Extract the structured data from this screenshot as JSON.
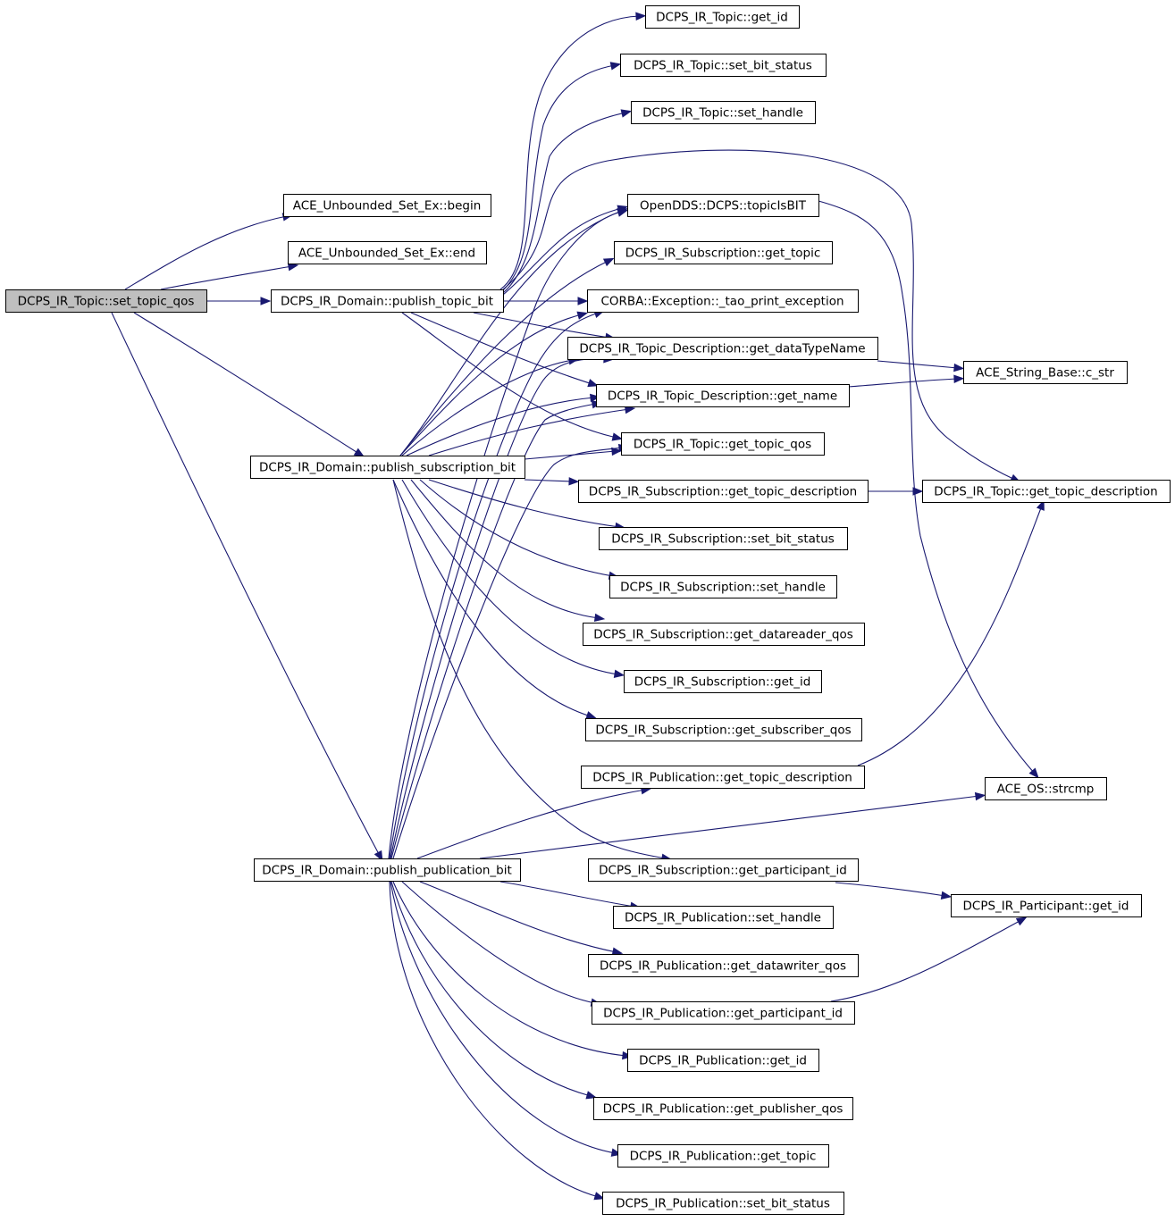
{
  "nodes": {
    "set_topic_qos": "DCPS_IR_Topic::set_topic_qos",
    "set_begin": "ACE_Unbounded_Set_Ex::begin",
    "set_end": "ACE_Unbounded_Set_Ex::end",
    "pub_topic_bit": "DCPS_IR_Domain::publish_topic_bit",
    "pub_sub_bit": "DCPS_IR_Domain::publish_subscription_bit",
    "pub_pub_bit": "DCPS_IR_Domain::publish_publication_bit",
    "topic_get_id": "DCPS_IR_Topic::get_id",
    "topic_set_bit_status": "DCPS_IR_Topic::set_bit_status",
    "topic_set_handle": "DCPS_IR_Topic::set_handle",
    "topic_is_bit": "OpenDDS::DCPS::topicIsBIT",
    "sub_get_topic": "DCPS_IR_Subscription::get_topic",
    "tao_print_exception": "CORBA::Exception::_tao_print_exception",
    "td_get_datatypename": "DCPS_IR_Topic_Description::get_dataTypeName",
    "td_get_name": "DCPS_IR_Topic_Description::get_name",
    "topic_get_topic_qos": "DCPS_IR_Topic::get_topic_qos",
    "sub_get_topic_description": "DCPS_IR_Subscription::get_topic_description",
    "sub_set_bit_status": "DCPS_IR_Subscription::set_bit_status",
    "sub_set_handle": "DCPS_IR_Subscription::set_handle",
    "sub_get_datareader_qos": "DCPS_IR_Subscription::get_datareader_qos",
    "sub_get_id": "DCPS_IR_Subscription::get_id",
    "sub_get_subscriber_qos": "DCPS_IR_Subscription::get_subscriber_qos",
    "pub_get_topic_description": "DCPS_IR_Publication::get_topic_description",
    "sub_get_participant_id": "DCPS_IR_Subscription::get_participant_id",
    "pub_set_handle": "DCPS_IR_Publication::set_handle",
    "pub_get_datawriter_qos": "DCPS_IR_Publication::get_datawriter_qos",
    "pub_get_participant_id": "DCPS_IR_Publication::get_participant_id",
    "pub_get_id": "DCPS_IR_Publication::get_id",
    "pub_get_publisher_qos": "DCPS_IR_Publication::get_publisher_qos",
    "pub_get_topic": "DCPS_IR_Publication::get_topic",
    "pub_set_bit_status": "DCPS_IR_Publication::set_bit_status",
    "string_c_str": "ACE_String_Base::c_str",
    "topic_get_topic_description": "DCPS_IR_Topic::get_topic_description",
    "os_strcmp": "ACE_OS::strcmp",
    "participant_get_id": "DCPS_IR_Participant::get_id"
  },
  "edges": [
    [
      "set_topic_qos",
      "set_begin"
    ],
    [
      "set_topic_qos",
      "set_end"
    ],
    [
      "set_topic_qos",
      "pub_topic_bit"
    ],
    [
      "set_topic_qos",
      "pub_sub_bit"
    ],
    [
      "set_topic_qos",
      "pub_pub_bit"
    ],
    [
      "pub_topic_bit",
      "topic_get_id"
    ],
    [
      "pub_topic_bit",
      "topic_set_bit_status"
    ],
    [
      "pub_topic_bit",
      "topic_set_handle"
    ],
    [
      "pub_topic_bit",
      "topic_get_topic_description"
    ],
    [
      "pub_topic_bit",
      "topic_is_bit"
    ],
    [
      "pub_topic_bit",
      "tao_print_exception"
    ],
    [
      "pub_topic_bit",
      "td_get_datatypename"
    ],
    [
      "pub_topic_bit",
      "td_get_name"
    ],
    [
      "pub_topic_bit",
      "topic_get_topic_qos"
    ],
    [
      "pub_sub_bit",
      "topic_is_bit"
    ],
    [
      "pub_sub_bit",
      "sub_get_topic"
    ],
    [
      "pub_sub_bit",
      "tao_print_exception"
    ],
    [
      "pub_sub_bit",
      "td_get_datatypename"
    ],
    [
      "pub_sub_bit",
      "td_get_name"
    ],
    [
      "pub_sub_bit",
      "topic_get_topic_qos"
    ],
    [
      "pub_sub_bit",
      "sub_get_topic_description"
    ],
    [
      "pub_sub_bit",
      "sub_set_bit_status"
    ],
    [
      "pub_sub_bit",
      "sub_set_handle"
    ],
    [
      "pub_sub_bit",
      "sub_get_datareader_qos"
    ],
    [
      "pub_sub_bit",
      "sub_get_id"
    ],
    [
      "pub_sub_bit",
      "sub_get_subscriber_qos"
    ],
    [
      "pub_sub_bit",
      "sub_get_participant_id"
    ],
    [
      "pub_pub_bit",
      "topic_is_bit"
    ],
    [
      "pub_pub_bit",
      "tao_print_exception"
    ],
    [
      "pub_pub_bit",
      "td_get_datatypename"
    ],
    [
      "pub_pub_bit",
      "td_get_name"
    ],
    [
      "pub_pub_bit",
      "topic_get_topic_qos"
    ],
    [
      "pub_pub_bit",
      "pub_get_topic_description"
    ],
    [
      "pub_pub_bit",
      "os_strcmp"
    ],
    [
      "pub_pub_bit",
      "pub_set_handle"
    ],
    [
      "pub_pub_bit",
      "pub_get_datawriter_qos"
    ],
    [
      "pub_pub_bit",
      "pub_get_participant_id"
    ],
    [
      "pub_pub_bit",
      "pub_get_id"
    ],
    [
      "pub_pub_bit",
      "pub_get_publisher_qos"
    ],
    [
      "pub_pub_bit",
      "pub_get_topic"
    ],
    [
      "pub_pub_bit",
      "pub_set_bit_status"
    ],
    [
      "topic_is_bit",
      "os_strcmp"
    ],
    [
      "td_get_datatypename",
      "string_c_str"
    ],
    [
      "td_get_name",
      "string_c_str"
    ],
    [
      "sub_get_topic_description",
      "topic_get_topic_description"
    ],
    [
      "pub_get_topic_description",
      "topic_get_topic_description"
    ],
    [
      "sub_get_participant_id",
      "participant_get_id"
    ],
    [
      "pub_get_participant_id",
      "participant_get_id"
    ]
  ],
  "colors": {
    "edge": "#191970",
    "root_fill": "#bfbfbf",
    "node_fill": "#ffffff",
    "node_border": "#000000"
  }
}
